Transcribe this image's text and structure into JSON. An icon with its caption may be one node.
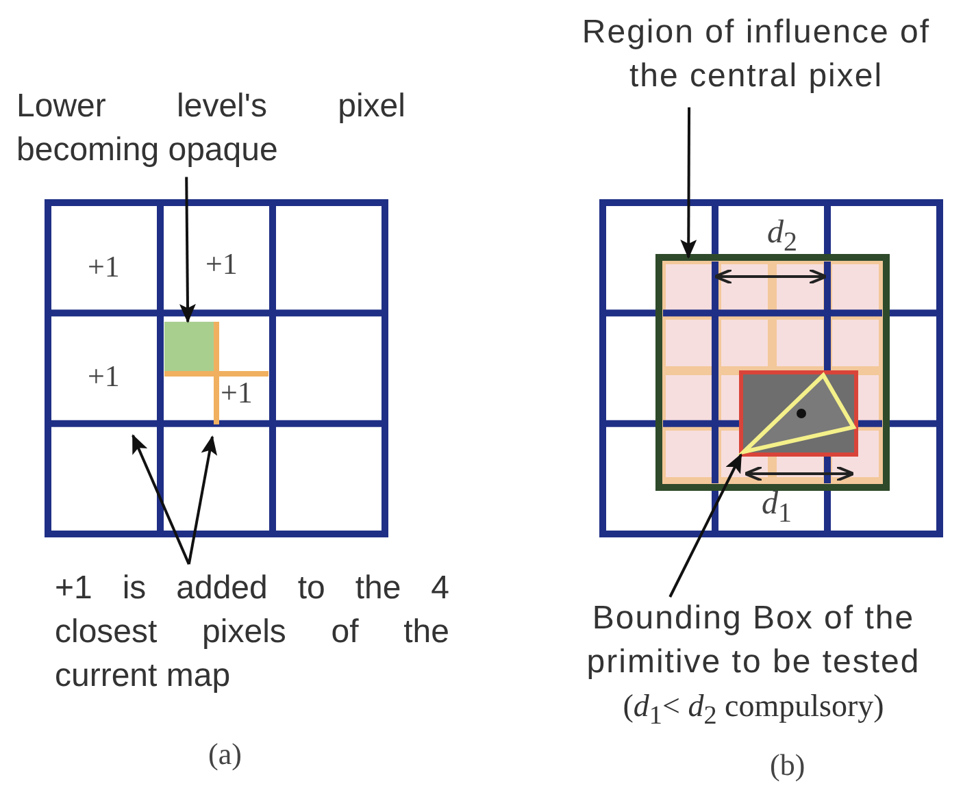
{
  "diagram": {
    "nodes": [
      {
        "text": [
          "Lower level's pixel becoming opaque"
        ]
      },
      {
        "text": [],
        "shape": "box"
      },
      {
        "text": [
          "+1 is added to the 4 closest pixels of the current map"
        ]
      },
      {
        "text": [
          "Region of influence of the central pixel"
        ]
      },
      {
        "text": [],
        "shape": "box"
      },
      {
        "text": [],
        "shape": "box",
        "in": 4
      },
      {
        "text": [
          "Bounding Box of the primitive to be tested",
          "(*d*$_{1}$< *d*$_{2}$ compulsory)"
        ]
      }
    ],
    "edges": [
      {
        "from": 0,
        "to": 1,
        "arrow": "to"
      },
      {
        "from": 2,
        "to": null,
        "arrow": "to"
      },
      {
        "from": 2,
        "to": null,
        "arrow": "to"
      },
      {
        "from": 3,
        "to": 4,
        "arrow": "to"
      },
      {
        "from": 6,
        "to": 5,
        "arrow": "to"
      }
    ],
    "labels": [
      "+1",
      "+1",
      "+1",
      "+1",
      "*d*$_{2}$",
      "*d*$_{1}$",
      "(a)",
      "(b)"
    ]
  }
}
